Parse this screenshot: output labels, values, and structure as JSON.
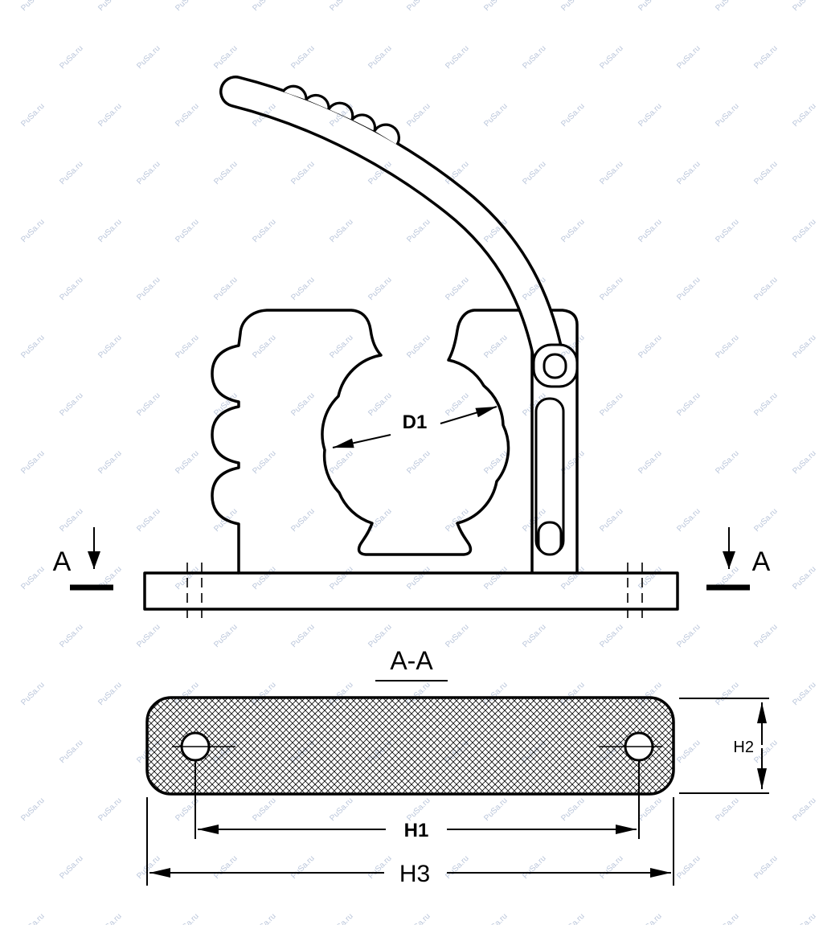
{
  "watermark": {
    "text": "PuSa.ru",
    "color": "#b2bfd6"
  },
  "drawing": {
    "title": "A-A",
    "labels": {
      "diameter": "D1",
      "section_left": "A",
      "section_right": "A",
      "height1": "H1",
      "height2": "H2",
      "height3": "H3"
    },
    "colors": {
      "line": "#000000",
      "background": "#ffffff"
    }
  }
}
